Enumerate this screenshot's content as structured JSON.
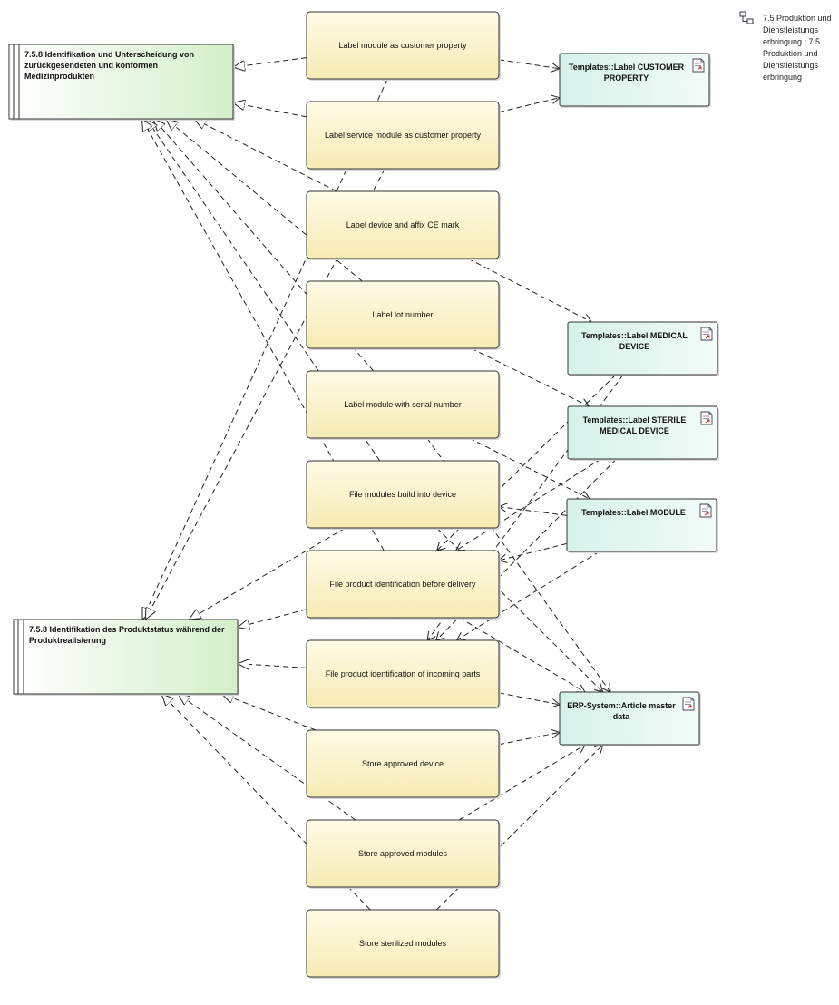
{
  "requirements": [
    {
      "id": "req_top",
      "label": "7.5.8 Identifikation und Unterscheidung von zurückgesendeten und konformen Medizinprodukten"
    },
    {
      "id": "req_bottom",
      "label": "7.5.8 Identifikation des Produktstatus während der Produktrealisierung"
    }
  ],
  "activities": [
    {
      "id": "a1",
      "label": "Label module as customer property"
    },
    {
      "id": "a2",
      "label": "Label service module as customer property"
    },
    {
      "id": "a3",
      "label": "Label device and affix CE mark"
    },
    {
      "id": "a4",
      "label": "Label lot number"
    },
    {
      "id": "a5",
      "label": "Label module with serial number"
    },
    {
      "id": "a6",
      "label": "File modules build into device"
    },
    {
      "id": "a7",
      "label": "File product identification before delivery"
    },
    {
      "id": "a8",
      "label": "File product identification of incoming parts"
    },
    {
      "id": "a9",
      "label": "Store approved device"
    },
    {
      "id": "a10",
      "label": "Store approved modules"
    },
    {
      "id": "a11",
      "label": "Store sterilized modules"
    }
  ],
  "documents": [
    {
      "id": "d_cust",
      "label": "Templates::Label CUSTOMER PROPERTY"
    },
    {
      "id": "d_med",
      "label": "Templates::Label MEDICAL DEVICE"
    },
    {
      "id": "d_ster",
      "label": "Templates::Label STERILE MEDICAL DEVICE"
    },
    {
      "id": "d_mod",
      "label": "Templates::Label MODULE"
    },
    {
      "id": "d_erp",
      "label": "ERP-System::Article master data"
    }
  ],
  "package_reference": {
    "icon": "package-icon",
    "label": "7.5 Produktion und Dienstleistungs erbringung : 7.5 Produktion und Dienstleistungs erbringung"
  },
  "realizations": [
    {
      "from": "a1",
      "to": "req_top"
    },
    {
      "from": "a2",
      "to": "req_top"
    },
    {
      "from": "a3",
      "to": "req_top"
    },
    {
      "from": "a4",
      "to": "req_top"
    },
    {
      "from": "a5",
      "to": "req_top"
    },
    {
      "from": "a6",
      "to": "req_top"
    },
    {
      "from": "a7",
      "to": "req_top"
    },
    {
      "from": "a1",
      "to": "req_bottom"
    },
    {
      "from": "a2",
      "to": "req_bottom"
    },
    {
      "from": "a6",
      "to": "req_bottom"
    },
    {
      "from": "a7",
      "to": "req_bottom"
    },
    {
      "from": "a8",
      "to": "req_bottom"
    },
    {
      "from": "a9",
      "to": "req_bottom"
    },
    {
      "from": "a10",
      "to": "req_bottom"
    },
    {
      "from": "a11",
      "to": "req_bottom"
    }
  ],
  "dependencies": [
    {
      "from": "a1",
      "to": "d_cust"
    },
    {
      "from": "a2",
      "to": "d_cust"
    },
    {
      "from": "a3",
      "to": "d_med"
    },
    {
      "from": "a4",
      "to": "d_ster"
    },
    {
      "from": "a5",
      "to": "d_mod"
    },
    {
      "from": "d_mod",
      "to": "a6"
    },
    {
      "from": "d_mod",
      "to": "a7"
    },
    {
      "from": "d_med",
      "to": "a7"
    },
    {
      "from": "d_ster",
      "to": "a7"
    },
    {
      "from": "d_med",
      "to": "a8"
    },
    {
      "from": "d_ster",
      "to": "a8"
    },
    {
      "from": "d_mod",
      "to": "a8"
    },
    {
      "from": "a6",
      "to": "d_erp"
    },
    {
      "from": "a7",
      "to": "d_erp"
    },
    {
      "from": "a8",
      "to": "d_erp"
    },
    {
      "from": "a9",
      "to": "d_erp"
    },
    {
      "from": "a10",
      "to": "d_erp"
    },
    {
      "from": "a11",
      "to": "d_erp"
    },
    {
      "from": "a5",
      "to": "d_erp"
    }
  ],
  "colors": {
    "activity_fill_top": "#fffbe6",
    "activity_fill_bottom": "#f6ebb4",
    "requirement_fill_left": "#ffffff",
    "requirement_fill_right": "#d3f0c9",
    "document_fill_left": "#d6f2ea",
    "document_fill_right": "#f2fbf8",
    "line": "#222222"
  }
}
